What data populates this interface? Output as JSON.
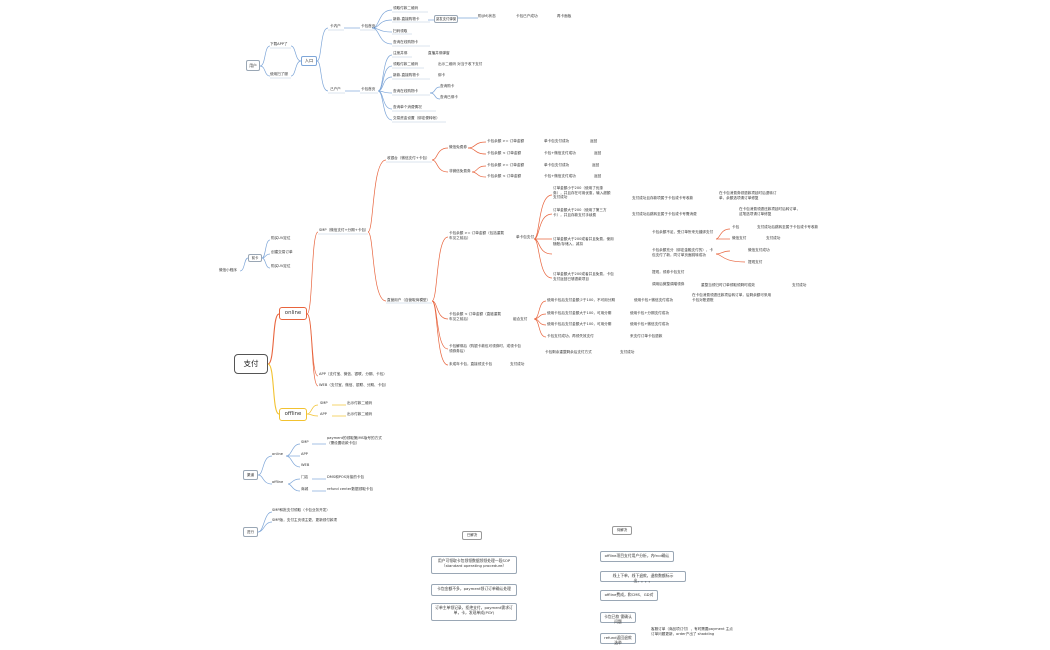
{
  "top": {
    "user": "用户",
    "download": "下载APP了",
    "exchange": "使用扫了服",
    "entry": "入口",
    "card_user": "卡内户",
    "card_home": "卡包首页",
    "card_items": [
      "领取付款二维码",
      "新款-直接购物卡",
      "扫码领取",
      "查询在线购物卡"
    ],
    "pay_popup": "激发支付弹窗",
    "pay_popup_a": "购(JM)状态",
    "pay_popup_b": "卡包已户成功",
    "pay_popup_c": "再卡面板",
    "general_user": "己户户",
    "home2": "卡包首页",
    "items2": [
      "注册并绑",
      "领取付款二维码",
      "新款-直接购物卡",
      "查询在线购物卡",
      "查询单个消费情况",
      "交易资金设置（绑定便转帐）"
    ],
    "items2_notes": [
      "直播并绑弹窗",
      "出示二维码 对当于收下支付",
      "绑卡",
      "查询购卡",
      "查询已绑卡"
    ]
  },
  "online": {
    "label": "online",
    "smp": "SMP（微信支付+分期+卡包）",
    "app": "APP（支付宝、微信、银联、分期、卡包）",
    "web": "WEB（支付宝、微信、银联、分期、卡包）",
    "cashier": "收银台（微信支付+卡包）",
    "pay_free": "微信免费券",
    "pay_free_rows": [
      "卡包余额  >= 订单金额",
      "卡包余额  < 订单金额",
      "卡包余额  >= 订单金额",
      "卡包余额  < 订单金额"
    ],
    "pay_free_right": [
      "单卡包支付成功",
      "卡包+微信支付成功",
      "单卡包支付成功",
      "卡包+微信支付成功"
    ],
    "pay_free_result": [
      "返回",
      "返回",
      "返回",
      "返回"
    ],
    "pay_cards": "非微信免费券",
    "new_user": "直营用户（自营取商模型）",
    "card_lt": "卡包余额  >= 订单金额（包括重载车见之前后）",
    "card_lt_child": "单卡包支付",
    "c1": "订单金额小于200（使用了优惠券），并且存在可用优惠，输入超额支付成功",
    "c1_r": "支付成功且存款项属于卡包或卡号收款",
    "c1_rr": "在卡包消费券领退款项延时后退转订单，余额选项请订单修复",
    "c2": "订单金额大于200（使用了第三方卡），并且存款支付手续费",
    "c2_r": "支付成功后跳转至属于卡包或卡号需消费",
    "c2_rr": "在卡包消费领退还款项延时后转订单，这笔选项请订单修复",
    "c3": "订单金额大于200或者并且免费，使用随账/存储入，减扣",
    "c3_a": "卡包",
    "c3_ar": "支付成功后跳转至属于卡包或卡号收款",
    "c3_b": "微信支付",
    "c3_br": "支付成功",
    "c3_c": "卡包余额不足，受订单所来无缝绑支付",
    "c4": "卡包余额充分（绑定金融支付的），卡包支付了新，同订单页面跳转成功",
    "c4_a": "微信支付成功",
    "c4_b": "提现支付",
    "c5": "订单金额大于200或者并且免费，卡包支付返回已够退款项目",
    "c5_a": "提现，领券卡包支付",
    "c5_b": "调用后微整调增领券",
    "c5_br": "重整当领归时订单领取领剩时成效",
    "c5_brr": "支付成功",
    "card_ge": "卡包余额  < 订单金额（直链重载车见之前后）",
    "card_ge_child": "组合支付",
    "g1": "使用卡包后支付金额少于100，不可用分期",
    "g1_r": "使用卡包+微信支付成功",
    "g1_rr": "在卡包消费领退还款项后转订单，后剩余额可采用卡包对账退账",
    "g2": "使用卡包后支付金额大于100，可用分期",
    "g2_r": "使用卡包+分期支付成功",
    "g3": "使用卡包后支付金额大于100，可用分期",
    "g3_r": "使用卡包+微信支付成功",
    "g4": "卡包支付成功，再领失效支付",
    "g4_r": "来支付订单卡包退款",
    "lower1": "卡包解绑后（购银卡款包可领券时，或领卡包领券券后）",
    "lower1_r": "卡包剩余重整剩余后支付方式",
    "lower1_rr": "支付成功",
    "lower2": "未成年卡包，直接领支卡包",
    "lower2_r": "支付成功"
  },
  "wechat": {
    "root": "微信小程序",
    "hub": "前卡",
    "items": [
      "购买UV定位",
      "创建交易订单",
      "购买UV定位"
    ]
  },
  "root_label": "支付",
  "offline": {
    "label": "offline",
    "smp": "SMP",
    "smp_r": "出示付款二维码",
    "app": "APP",
    "app_r": "出示付款二维码"
  },
  "channels": {
    "root": "渠道",
    "online": "online",
    "offline": "offline",
    "smp": "SMP",
    "smp_r": "payment的领取第JMS版号的方式（需设置收款卡包）",
    "app": "APP",
    "web": "WEB",
    "store": "门店",
    "store_r": "DMS和POS对接的卡包",
    "mall": "商城",
    "mall_r": "refund center数据领取卡包"
  },
  "progress": {
    "root": "进行",
    "a": "SMP和批支付领取（卡包业务开发）",
    "b": "SMP版，支付主页领主更，更新领付款项"
  },
  "todo": {
    "title": "已解决",
    "items": [
      "用户可领取卡包领领数据领领处理一段SOP（standard operating procedure）",
      "卡包金额不多，payment领订订单确认处理",
      "订单主单领记录，拒绝支付，payment需求订单，卡，发现单成(PGY)"
    ]
  },
  "pending": {
    "title": "待解决",
    "items": [
      "offline项目支付用户分析，内frcd确认",
      "线上下单，线下退款，退款数额标示出，。。。",
      "offline费成，和CMS、GD对",
      "卡包已款 需确认问题",
      "refund返回退款选举"
    ],
    "last_note": "客服订单（商品项订付），有时需要payment 主点订单问题更新，order产出了 shadding"
  }
}
